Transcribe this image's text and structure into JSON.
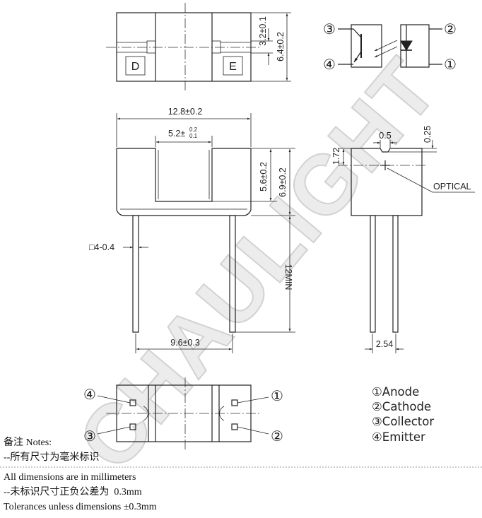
{
  "watermark": "CHAULIGHT",
  "top_view": {
    "label_left": "D",
    "label_right": "E",
    "dim_inner": "3.2±0.1",
    "dim_total": "6.4±0.2"
  },
  "schematic": {
    "pin_top_left": "③",
    "pin_top_right": "②",
    "pin_bottom_left": "④",
    "pin_bottom_right": "①"
  },
  "front_view": {
    "dim_width": "12.8±0.2",
    "dim_slot": "5.2±",
    "dim_slot_tol_upper": "0.2",
    "dim_slot_tol_lower": "0.1",
    "dim_slot_depth": "5.6±0.2",
    "dim_body_height": "6.9±0.2",
    "dim_lead": "□4-0.4",
    "dim_lead_length": "12MIN",
    "dim_lead_pitch": "9.6±0.3"
  },
  "side_view": {
    "dim_notch": "0.5",
    "dim_notch_depth": "0.25",
    "dim_axis": "1.72",
    "label_optical": "OPTICAL",
    "dim_lead_pitch": "2.54"
  },
  "bottom_view": {
    "pin_top_left": "④",
    "pin_bottom_left": "③",
    "pin_top_right": "①",
    "pin_bottom_right": "②"
  },
  "legend": [
    "①Anode",
    "②Cathode",
    "③Collector",
    "④Emitter"
  ],
  "notes": {
    "heading": "备注 Notes:",
    "line_cn_1": "--所有尺寸为毫米标识",
    "line_en_1": "All dimensions are in millimeters",
    "line_cn_2": "--未标识尺寸正负公差为  0.3mm",
    "line_en_2": "Tolerances unless dimensions ±0.3mm"
  }
}
